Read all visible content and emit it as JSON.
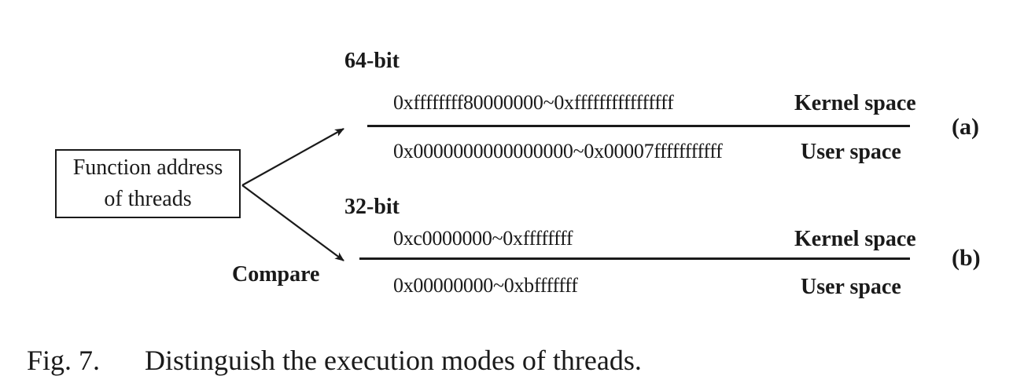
{
  "source_box": {
    "line1": "Function address",
    "line2": "of threads"
  },
  "compare_label": "Compare",
  "panel_a": {
    "heading": "64-bit",
    "kernel_range": "0xffffffff80000000~0xffffffffffffffff",
    "kernel_label": "Kernel space",
    "user_range": "0x0000000000000000~0x00007fffffffffff",
    "user_label": "User space",
    "tag": "(a)"
  },
  "panel_b": {
    "heading": "32-bit",
    "kernel_range": "0xc0000000~0xffffffff",
    "kernel_label": "Kernel space",
    "user_range": "0x00000000~0xbfffffff",
    "user_label": "User space",
    "tag": "(b)"
  },
  "caption": {
    "number": "Fig. 7.",
    "text": "Distinguish the execution modes of threads."
  }
}
